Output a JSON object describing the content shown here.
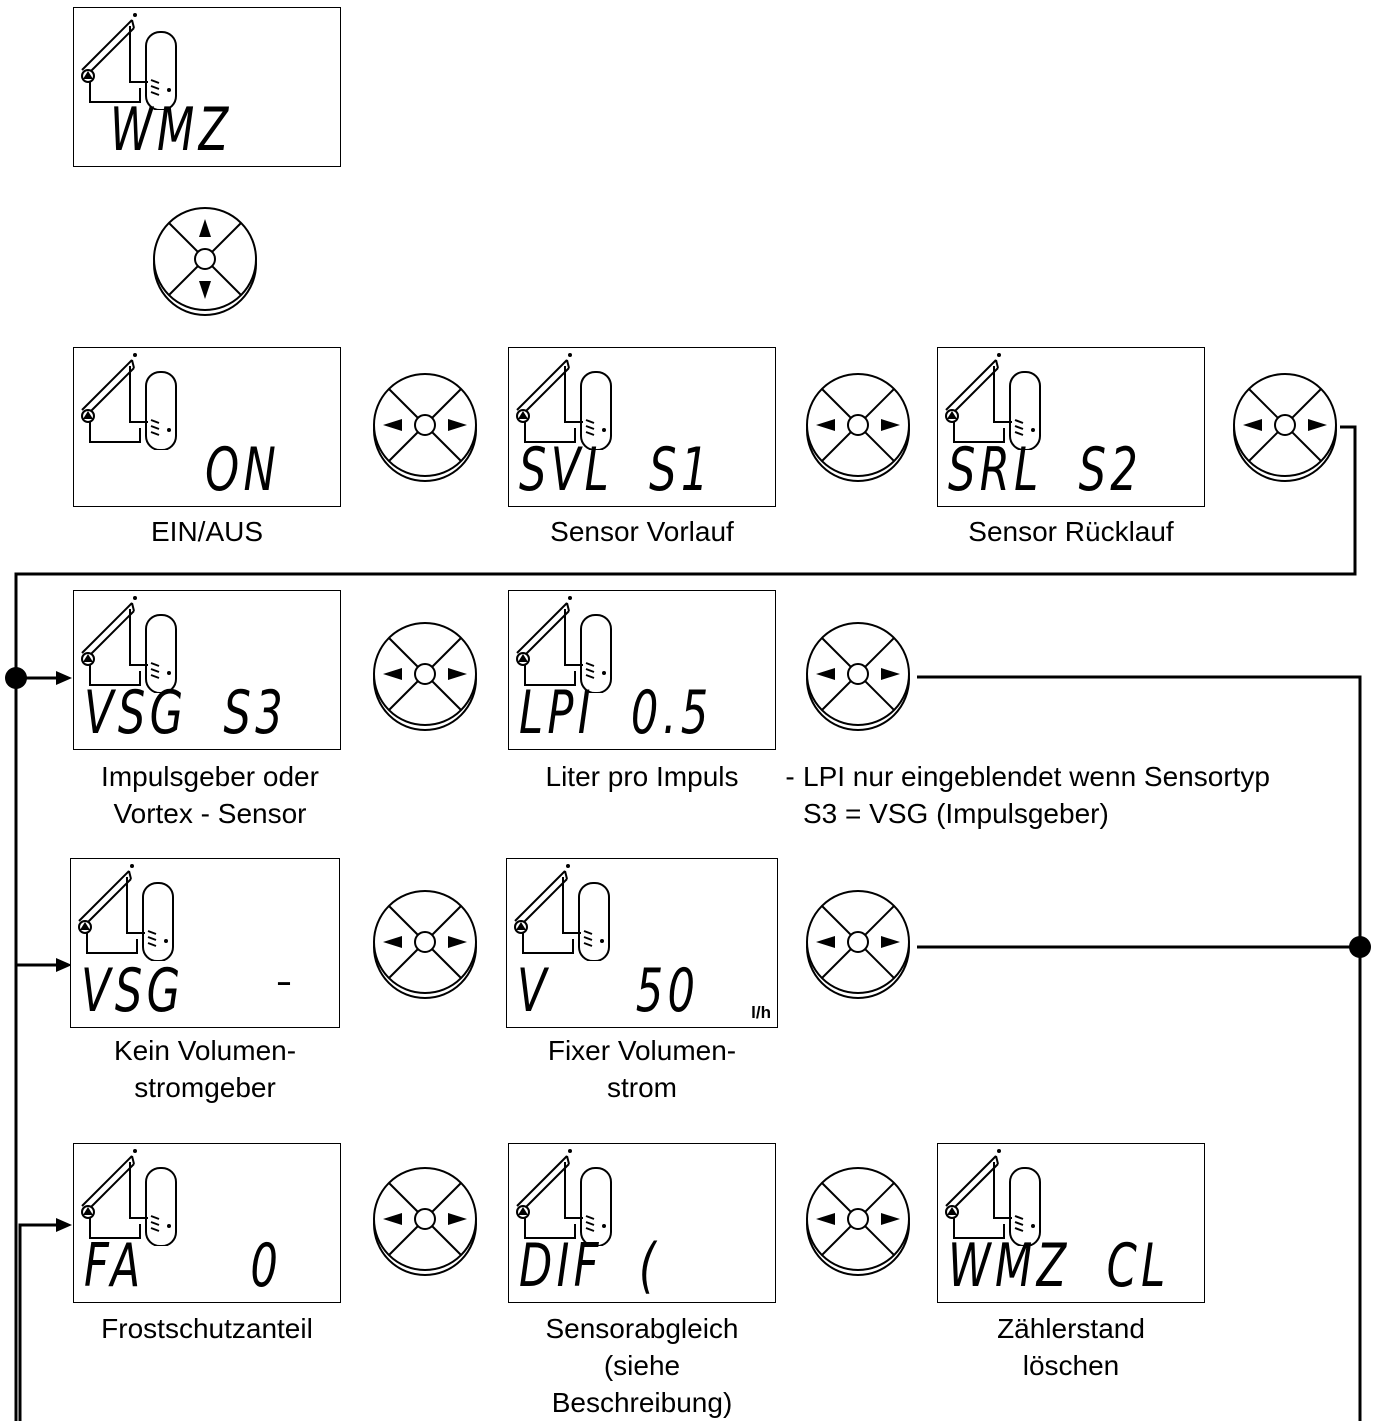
{
  "screens": {
    "wmz": {
      "display": "WMZ"
    },
    "on": {
      "display": "ON",
      "caption": "EIN/AUS"
    },
    "svl": {
      "display": "SVL  S1",
      "caption": "Sensor Vorlauf"
    },
    "srl": {
      "display": "SRL  S2",
      "caption": "Sensor Rücklauf"
    },
    "vsg_s3": {
      "display": "VSG  S3",
      "caption": "Impulsgeber oder\nVortex - Sensor"
    },
    "lpi": {
      "display": "LPI  0.5",
      "caption": "Liter pro Impuls"
    },
    "vsg_none": {
      "display": "VSG",
      "value": "--",
      "caption": "Kein Volumen-\nstromgeber"
    },
    "v_fixed": {
      "display": "V",
      "value": "50",
      "unit": "l/h",
      "caption": "Fixer Volumen-\nstrom"
    },
    "fa": {
      "display": "FA",
      "value": "0",
      "caption": "Frostschutzanteil"
    },
    "dif": {
      "display": "DIF  (",
      "caption": "Sensorabgleich\n(siehe\nBeschreibung)"
    },
    "wmz_cl": {
      "display": "WMZ  CL",
      "caption": "Zählerstand\nlöschen"
    }
  },
  "notes": {
    "lpi_dash": "-",
    "lpi_note": "LPI nur eingeblendet wenn Sensortyp\nS3 = VSG (Impulsgeber)"
  },
  "icons": {
    "lcd_icon": "solar-collector-tank-icon",
    "nav_up_down": "navigation-pad-up-down-icon",
    "nav_left_right": "navigation-pad-left-right-icon"
  }
}
